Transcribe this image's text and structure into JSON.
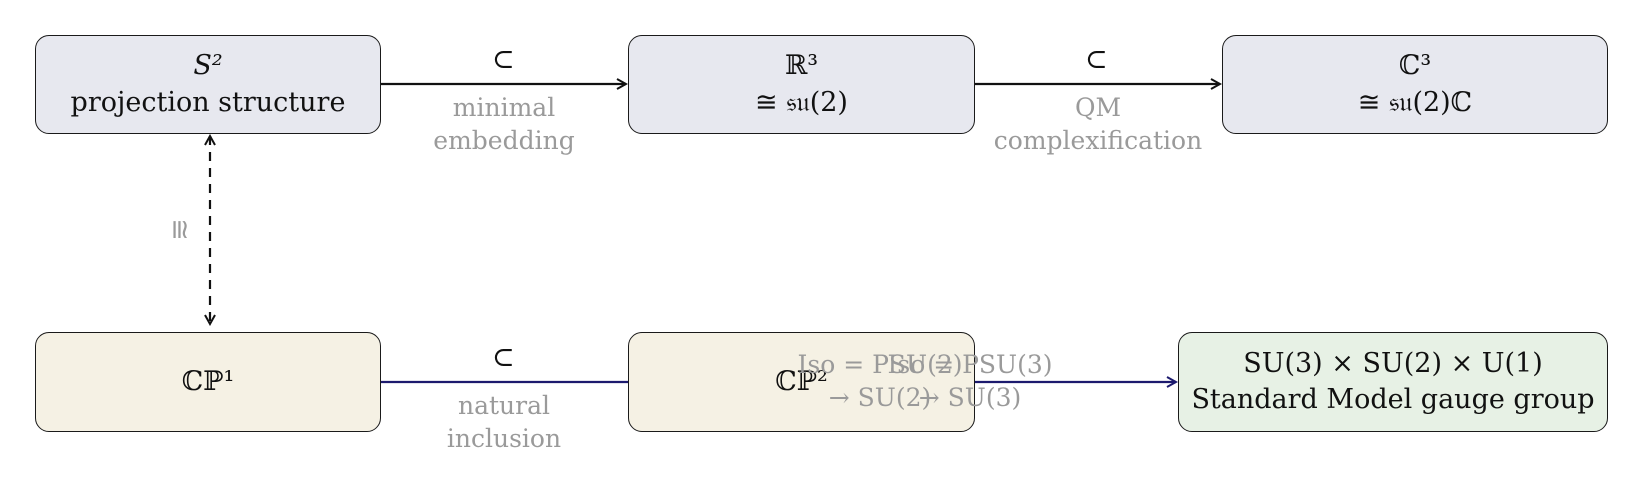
{
  "nodes": {
    "s2": {
      "line1": "S²",
      "line2": "projection structure"
    },
    "r3": {
      "line1": "ℝ³",
      "line2": "≅ 𝔰𝔲(2)"
    },
    "c3": {
      "line1": "ℂ³",
      "line2": "≅ 𝔰𝔲(2)ℂ"
    },
    "cp1": {
      "line1": "ℂℙ¹"
    },
    "cp2": {
      "line1": "ℂℙ²"
    },
    "sm": {
      "line1": "SU(3) × SU(2) × U(1)",
      "line2": "Standard Model gauge group"
    }
  },
  "edges": {
    "s2_r3": {
      "symbol": "⊂",
      "label1": "minimal",
      "label2": "embedding"
    },
    "r3_c3": {
      "symbol": "⊂",
      "label1": "QM",
      "label2": "complexification"
    },
    "s2_cp1": {
      "symbol": "≅"
    },
    "cp1_cp2": {
      "symbol": "⊂",
      "label1": "natural",
      "label2": "inclusion"
    },
    "cp1_iso": {
      "line1": "Iso = PSU(2)",
      "line2": "→ SU(2)"
    },
    "cp2_iso": {
      "line1": "Iso = PSU(3)",
      "line2": "→ SU(3)"
    }
  },
  "colors": {
    "arrow": "#111111",
    "navy_arrow": "#1c1a6e",
    "label": "#9a9a9a"
  }
}
